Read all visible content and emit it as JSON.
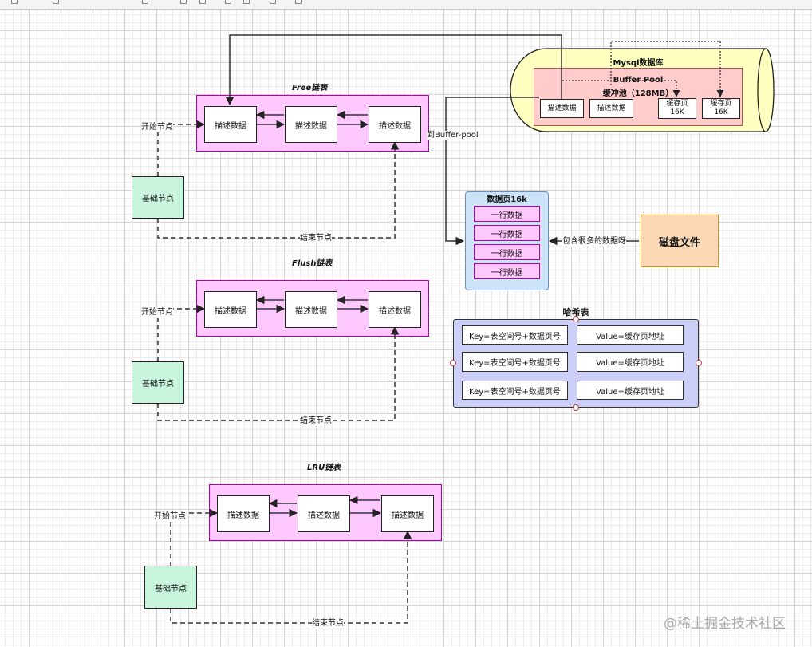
{
  "lists": [
    {
      "title": "Free链表",
      "nodes": [
        "描述数据",
        "描述数据",
        "描述数据"
      ],
      "base": "基础节点",
      "start": "开始节点",
      "end": "结束节点"
    },
    {
      "title": "Flush链表",
      "nodes": [
        "描述数据",
        "描述数据",
        "描述数据"
      ],
      "base": "基础节点",
      "start": "开始节点",
      "end": "结束节点"
    },
    {
      "title": "LRU链表",
      "nodes": [
        "描述数据",
        "描述数据",
        "描述数据"
      ],
      "base": "基础节点",
      "start": "开始节点",
      "end": "结束节点"
    }
  ],
  "mysql": {
    "title": "Mysql数据库",
    "pool_title": "Buffer Pool",
    "pool_subtitle": "缓冲池（128MB）",
    "cells": [
      "描述数据",
      "描述数据",
      "缓存页\n16K",
      "缓存页\n16K"
    ]
  },
  "to_pool_label": "到Buffer-pool",
  "data_page": {
    "title": "数据页16k",
    "rows": [
      "一行数据",
      "一行数据",
      "一行数据",
      "一行数据"
    ]
  },
  "contains_label": "包含很多的数据呀",
  "disk": "磁盘文件",
  "hash": {
    "title": "哈希表",
    "rows": [
      {
        "key": "Key=表空间号+数据页号",
        "value": "Value=缓存页地址"
      },
      {
        "key": "Key=表空间号+数据页号",
        "value": "Value=缓存页地址"
      },
      {
        "key": "Key=表空间号+数据页号",
        "value": "Value=缓存页地址"
      }
    ]
  },
  "watermark": "@稀土掘金技术社区",
  "colors": {
    "list_fill": "#ffc8ff",
    "list_border": "#b000b0",
    "base_fill": "#c8f5dc",
    "page_fill": "#cce3f8",
    "disk_fill": "#fcd9b4",
    "hash_fill": "#cccff8",
    "pool_fill": "#ffcccc",
    "cylinder_fill": "#ffffc0"
  }
}
